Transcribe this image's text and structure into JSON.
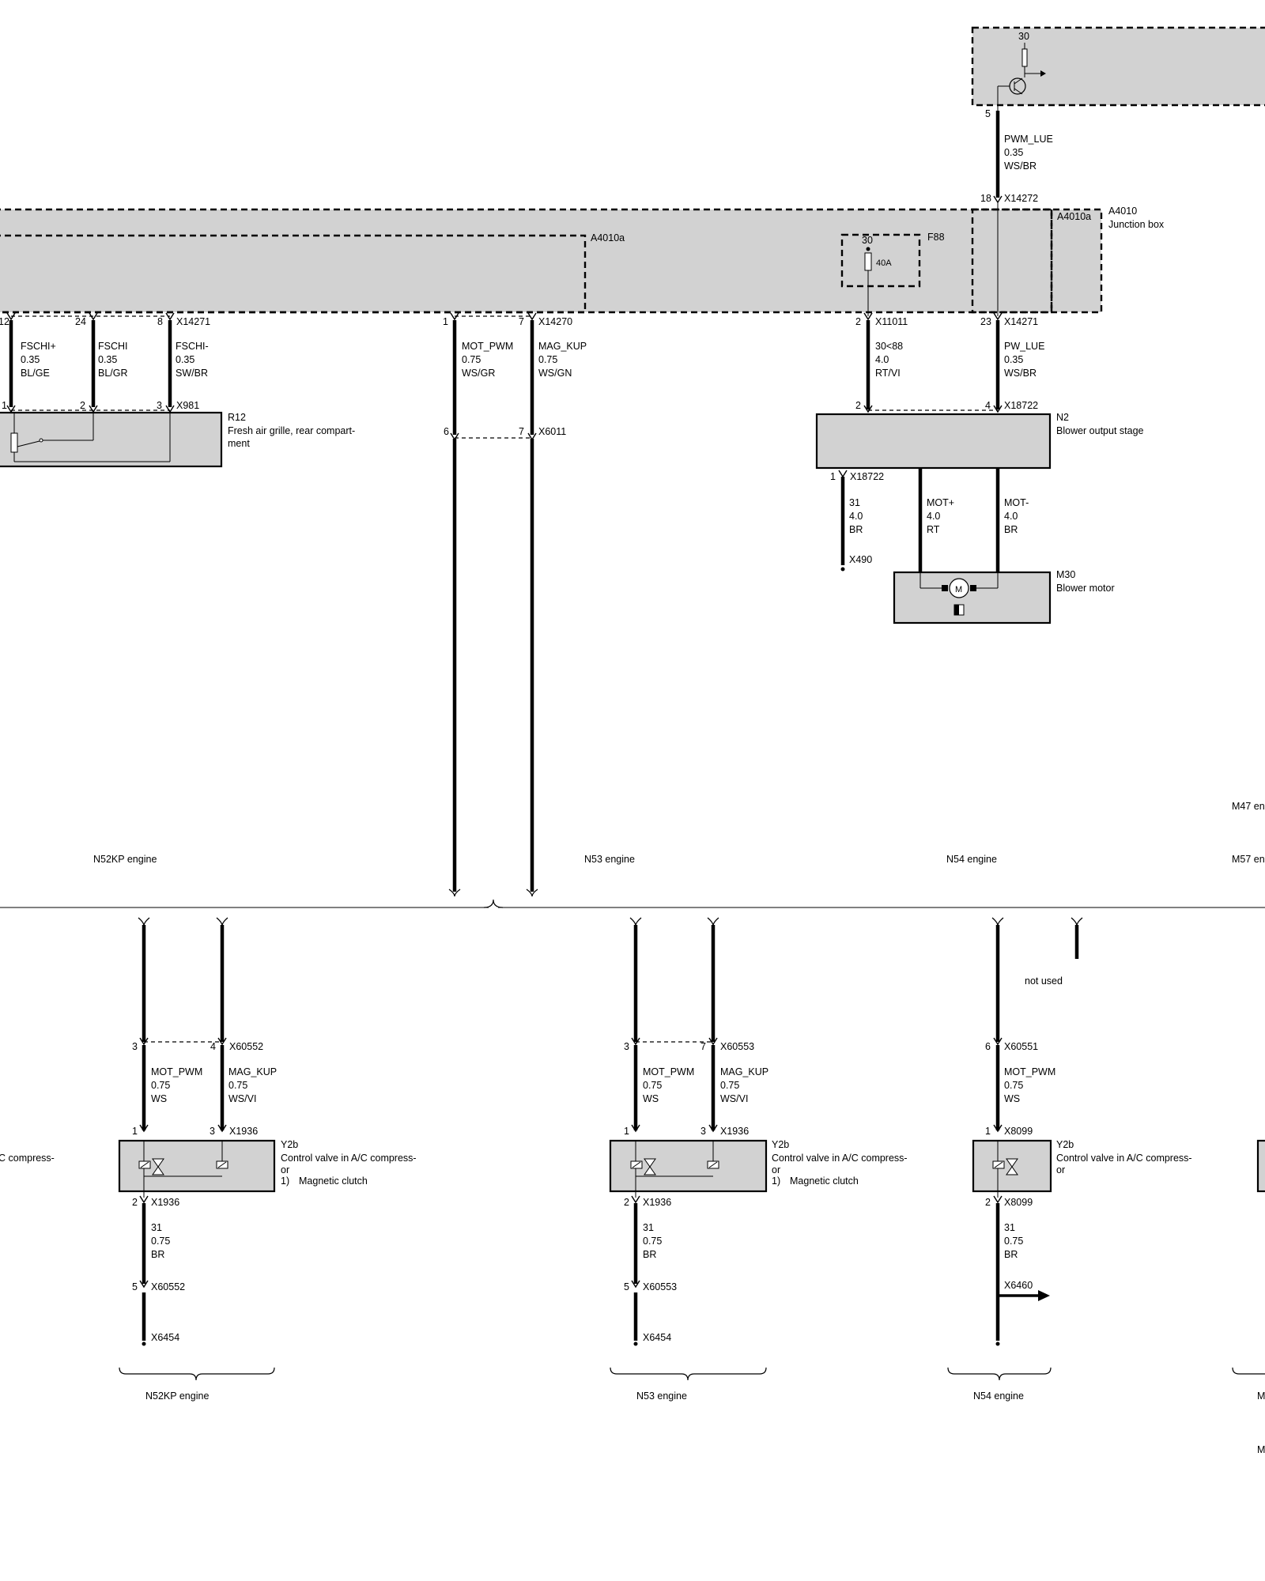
{
  "top_module": {
    "terminal": "30",
    "pin": "5"
  },
  "wire_pwm_lue": {
    "signal": "PWM_LUE",
    "size": "0.35",
    "color": "WS/BR"
  },
  "junction_box": {
    "id": "A4010",
    "name": "Junction box",
    "sub_left": "A4010a",
    "sub_right": "A4010a",
    "fuse": {
      "id": "F88",
      "terminal": "30",
      "rating": "40A"
    },
    "conn_x14272": {
      "connector": "X14272",
      "pin": "18"
    }
  },
  "grille_wires": {
    "connector": "X14271",
    "pins": [
      "12",
      "24",
      "8"
    ],
    "wires": [
      {
        "signal": "FSCHI+",
        "size": "0.35",
        "color": "BL/GE"
      },
      {
        "signal": "FSCHI",
        "size": "0.35",
        "color": "BL/GR"
      },
      {
        "signal": "FSCHI-",
        "size": "0.35",
        "color": "SW/BR"
      }
    ],
    "lower_connector": "X981",
    "lower_pins": [
      "1",
      "2",
      "3"
    ]
  },
  "r12": {
    "id": "R12",
    "name_line1": "Fresh air grille, rear compart-",
    "name_line2": "ment"
  },
  "center_wires": {
    "connector": "X14270",
    "pins": [
      "1",
      "7"
    ],
    "wires": [
      {
        "signal": "MOT_PWM",
        "size": "0.75",
        "color": "WS/GR"
      },
      {
        "signal": "MAG_KUP",
        "size": "0.75",
        "color": "WS/GN"
      }
    ],
    "lower_connector": "X6011",
    "lower_pins": [
      "6",
      "7"
    ]
  },
  "blower_feed": {
    "upper_connector": "X11011",
    "upper_pin": "2",
    "upper_wire": {
      "signal": "30<88",
      "size": "4.0",
      "color": "RT/VI"
    },
    "lower_pin": "2"
  },
  "pw_lue": {
    "upper_connector": "X14271",
    "upper_pin": "23",
    "wire": {
      "signal": "PW_LUE",
      "size": "0.35",
      "color": "WS/BR"
    },
    "lower_connector": "X18722",
    "lower_pin": "4"
  },
  "n2": {
    "id": "N2",
    "name": "Blower output stage"
  },
  "n2_outputs": {
    "ground_connector": "X18722",
    "ground_pin": "1",
    "ground_wire": {
      "signal": "31",
      "size": "4.0",
      "color": "BR"
    },
    "ground_point": "X490",
    "mot_plus": {
      "signal": "MOT+",
      "size": "4.0",
      "color": "RT"
    },
    "mot_minus": {
      "signal": "MOT-",
      "size": "4.0",
      "color": "BR"
    }
  },
  "m30": {
    "id": "M30",
    "name": "Blower motor",
    "symbol": "M"
  },
  "engine_variants_top": {
    "n52kp": "N52KP engine",
    "n53": "N53 engine",
    "n54": "N54 engine",
    "m47": "M47 en",
    "m57": "M57 en"
  },
  "lower_n52kp": {
    "conn_a": "X60552",
    "pins_a": [
      "3",
      "4"
    ],
    "wires": [
      {
        "signal": "MOT_PWM",
        "size": "0.75",
        "color": "WS"
      },
      {
        "signal": "MAG_KUP",
        "size": "0.75",
        "color": "WS/VI"
      }
    ],
    "conn_b": "X1936",
    "pins_b": [
      "1",
      "3"
    ],
    "y2b": {
      "id": "Y2b",
      "name_line1": "Control valve in A/C compress-",
      "name_line2": "or",
      "note_num": "1)",
      "note": "Magnetic clutch"
    },
    "ground_conn": "X1936",
    "ground_pin": "2",
    "ground_wire": {
      "signal": "31",
      "size": "0.75",
      "color": "BR"
    },
    "splice_pin": "5",
    "splice": "X60552",
    "ground_point": "X6454",
    "bracket_label": "N52KP engine"
  },
  "lower_n53": {
    "conn_a": "X60553",
    "pins_a": [
      "3",
      "7"
    ],
    "wires": [
      {
        "signal": "MOT_PWM",
        "size": "0.75",
        "color": "WS"
      },
      {
        "signal": "MAG_KUP",
        "size": "0.75",
        "color": "WS/VI"
      }
    ],
    "conn_b": "X1936",
    "pins_b": [
      "1",
      "3"
    ],
    "y2b": {
      "id": "Y2b",
      "name_line1": "Control valve in A/C compress-",
      "name_line2": "or",
      "note_num": "1)",
      "note": "Magnetic clutch"
    },
    "ground_conn": "X1936",
    "ground_pin": "2",
    "ground_wire": {
      "signal": "31",
      "size": "0.75",
      "color": "BR"
    },
    "splice_pin": "5",
    "splice": "X60553",
    "ground_point": "X6454",
    "bracket_label": "N53 engine"
  },
  "lower_n54": {
    "not_used": "not used",
    "conn_a": "X60551",
    "pin_a": "6",
    "wire": {
      "signal": "MOT_PWM",
      "size": "0.75",
      "color": "WS"
    },
    "conn_b": "X8099",
    "pin_b": "1",
    "y2b": {
      "id": "Y2b",
      "name_line1": "Control valve in A/C compress-",
      "name_line2": "or"
    },
    "ground_conn": "X8099",
    "ground_pin": "2",
    "ground_wire": {
      "signal": "31",
      "size": "0.75",
      "color": "BR"
    },
    "continue_to": "X6460",
    "bracket_label": "N54 engine"
  },
  "left_partial": {
    "label": "C compress-"
  },
  "right_partial": {
    "label_1": "M",
    "label_2": "M"
  }
}
